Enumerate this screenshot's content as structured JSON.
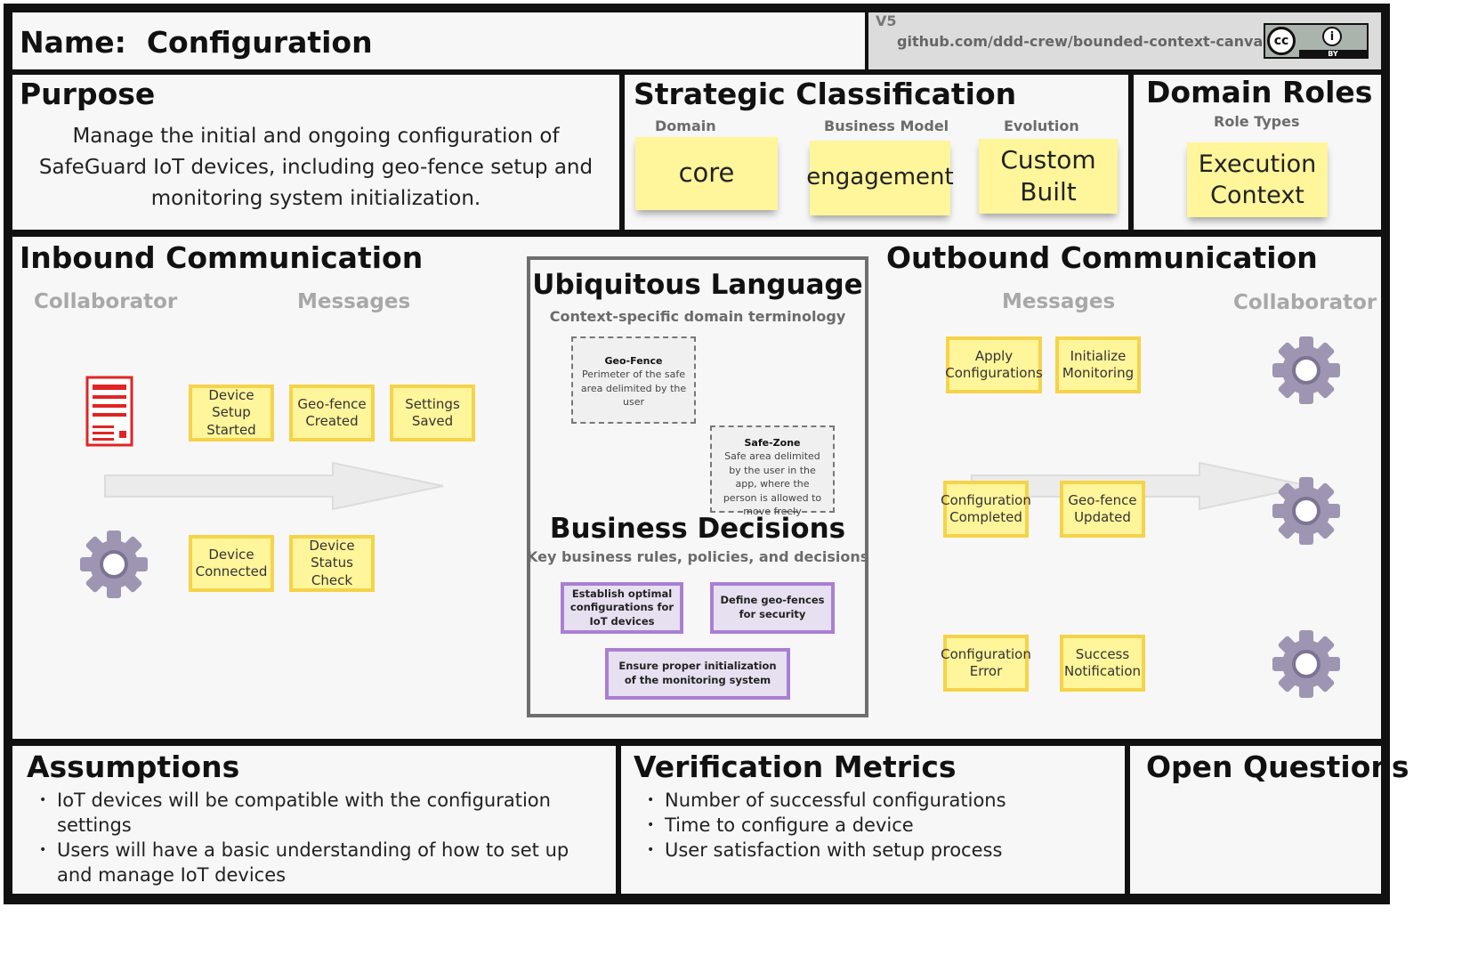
{
  "header": {
    "name_label": "Name:",
    "name_value": "Configuration",
    "version": "V5",
    "source": "github.com/ddd-crew/bounded-context-canvas",
    "license_main": "cc",
    "license_by": "BY"
  },
  "purpose": {
    "title": "Purpose",
    "text": "Manage the initial and ongoing configuration of SafeGuard IoT devices, including geo-fence setup and monitoring system initialization."
  },
  "strategic": {
    "title": "Strategic Classification",
    "domain_label": "Domain",
    "domain_value": "core",
    "business_model_label": "Business Model",
    "business_model_value": "engagement",
    "evolution_label": "Evolution",
    "evolution_value": "Custom Built"
  },
  "roles": {
    "title": "Domain Roles",
    "role_types_label": "Role Types",
    "role_value": "Execution Context"
  },
  "inbound": {
    "title": "Inbound Communication",
    "collaborator_label": "Collaborator",
    "messages_label": "Messages",
    "messages": [
      "Device Setup Started",
      "Geo-fence Created",
      "Settings Saved",
      "Device Connected",
      "Device Status Check"
    ]
  },
  "ubiquitous": {
    "title": "Ubiquitous Language",
    "subtitle": "Context-specific domain terminology",
    "terms": [
      {
        "name": "Geo-Fence",
        "definition": "Perimeter of the safe area delimited by the user"
      },
      {
        "name": "Safe-Zone",
        "definition": "Safe area delimited by the user in the app, where the person is allowed to move freely"
      }
    ]
  },
  "decisions": {
    "title": "Business Decisions",
    "subtitle": "Key business rules, policies, and decisions",
    "items": [
      "Establish optimal configurations for IoT devices",
      "Define geo-fences for security",
      "Ensure proper initialization of the monitoring system"
    ]
  },
  "outbound": {
    "title": "Outbound Communication",
    "messages_label": "Messages",
    "collaborator_label": "Collaborator",
    "messages": [
      "Apply Configurations",
      "Initialize Monitoring",
      "Configuration Completed",
      "Geo-fence Updated",
      "Configuration Error",
      "Success Notification"
    ]
  },
  "assumptions": {
    "title": "Assumptions",
    "items": [
      "IoT devices will be compatible with the configuration settings",
      "Users will have a basic understanding of how to set up and manage IoT devices"
    ]
  },
  "metrics": {
    "title": "Verification Metrics",
    "items": [
      "Number of successful configurations",
      "Time to configure a device",
      "User satisfaction with setup process"
    ]
  },
  "questions": {
    "title": "Open Questions"
  },
  "colors": {
    "sticky": "#fff59a",
    "sticky_border": "#f5d34a",
    "decision_border": "#a97fd3",
    "decision_fill": "#e6e0f0",
    "gear": "#9e95b3",
    "frontend_icon": "#e02424"
  }
}
